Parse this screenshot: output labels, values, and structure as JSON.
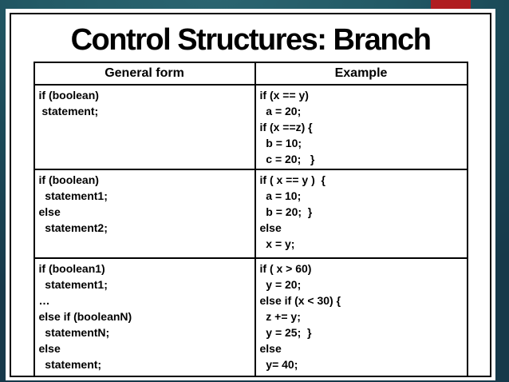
{
  "slide": {
    "title": "Control Structures: Branch",
    "colors": {
      "accent_red": "#b01d20",
      "background_teal_light": "#2b6571",
      "background_teal_dark": "#16394a",
      "content_background": "#ffffff",
      "text": "#000000",
      "border": "#000000"
    }
  },
  "table": {
    "headers": [
      "General form",
      "Example"
    ],
    "rows": [
      {
        "general": [
          "if (boolean)",
          " statement;"
        ],
        "example": [
          "if (x == y)",
          "  a = 20;",
          "if (x ==z) {",
          "  b = 10;",
          "  c = 20;   }"
        ]
      },
      {
        "general": [
          "if (boolean)",
          "  statement1;",
          "else",
          "  statement2;"
        ],
        "example": [
          "if ( x == y )  {",
          "  a = 10;",
          "  b = 20;  }",
          "else",
          "  x = y;"
        ]
      },
      {
        "general": [
          "if (boolean1)",
          "  statement1;",
          "…",
          "else if (booleanN)",
          "  statementN;",
          "else",
          "  statement;"
        ],
        "example": [
          "if ( x > 60)",
          "  y = 20;",
          "else if (x < 30) {",
          "  z += y;",
          "  y = 25;  }",
          "else",
          "  y= 40;"
        ]
      }
    ]
  }
}
